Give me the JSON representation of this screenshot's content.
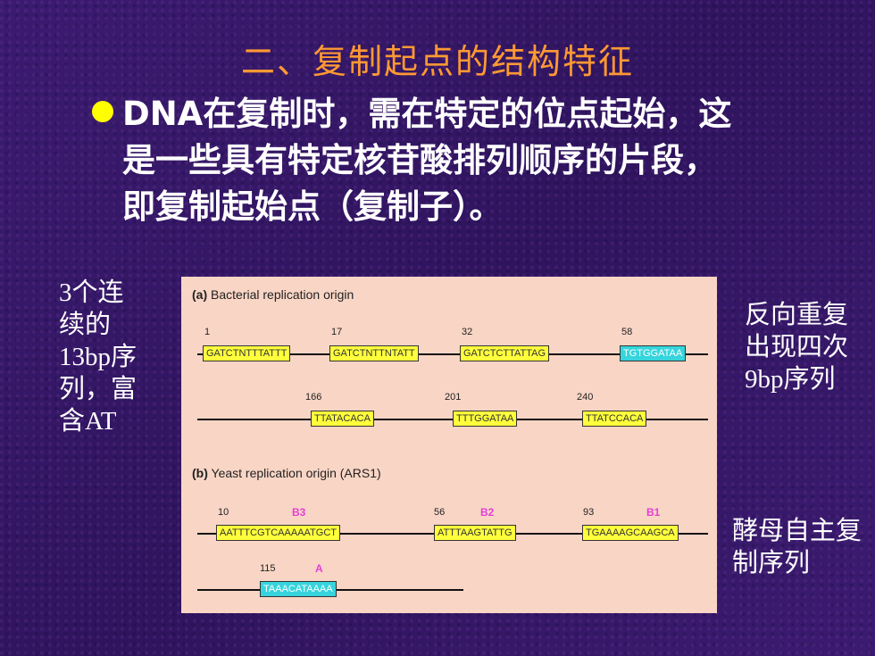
{
  "title": "二、复制起点的结构特征",
  "body": {
    "line1": "DNA在复制时，需在特定的位点起始，这",
    "line2": "是一些具有特定核苷酸排列顺序的片段，",
    "line3": "即复制起始点（复制子）。"
  },
  "left_note": [
    "3个连",
    "续的",
    "13bp序",
    "列，富",
    "含AT"
  ],
  "right_note1": [
    "反向重复",
    "出现四次",
    "9bp序列"
  ],
  "right_note2": [
    "酵母自主复",
    "制序列"
  ],
  "figure": {
    "a": {
      "label": "(a)",
      "caption": "Bacterial replication origin",
      "row1": [
        {
          "pos": "1",
          "seq": "GATCTNTTTATTT"
        },
        {
          "pos": "17",
          "seq": "GATCTNTTNTATT"
        },
        {
          "pos": "32",
          "seq": "GATCTCTTATTAG"
        },
        {
          "pos": "58",
          "seq": "TGTGGATAA"
        }
      ],
      "row2": [
        {
          "pos": "166",
          "seq": "TTATACACA"
        },
        {
          "pos": "201",
          "seq": "TTTGGATAA"
        },
        {
          "pos": "240",
          "seq": "TTATCCACA"
        }
      ]
    },
    "b": {
      "label": "(b)",
      "caption": "Yeast replication origin (ARS1)",
      "row1": [
        {
          "pos": "10",
          "tag": "B3",
          "seq": "AATTTCGTCAAAAATGCT"
        },
        {
          "pos": "56",
          "tag": "B2",
          "seq": "ATTTAAGTATTG"
        },
        {
          "pos": "93",
          "tag": "B1",
          "seq": "TGAAAAGCAAGCA"
        }
      ],
      "row2": [
        {
          "pos": "115",
          "tag": "A",
          "seq": "TAAACATAAAA"
        }
      ]
    }
  },
  "colors": {
    "title": "#ff9933",
    "yellow_box": "#ffff3c",
    "cyan_box": "#36d4dc",
    "magenta_tag": "#e43fd4"
  }
}
